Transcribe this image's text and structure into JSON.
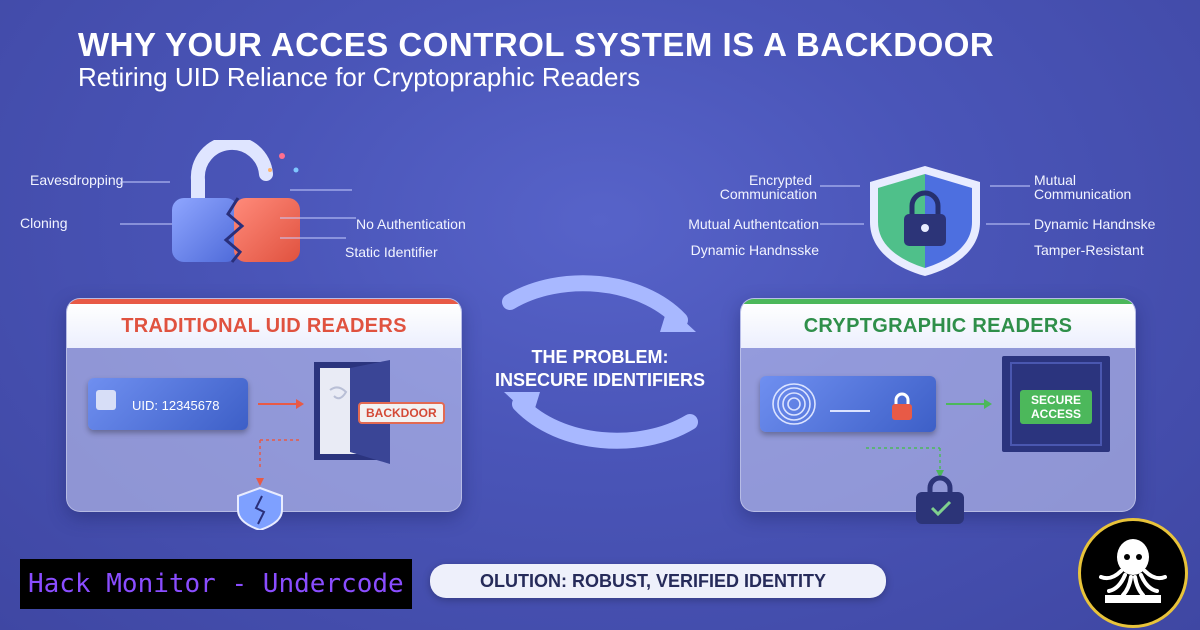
{
  "header": {
    "title": "WHY YOUR ACCES CONTROL SYSTEM IS A BACKDOOR",
    "subtitle": "Retiring UID Reliance for Cryptopraphic Readers"
  },
  "left_labels": {
    "eavesdropping": "Eavesdropping",
    "cloning": "Cloning",
    "no_auth": "No Authentication",
    "static_id": "Static Identifier"
  },
  "right_labels": {
    "encrypted_line1": "Encrypted",
    "encrypted_line2": "Communication",
    "mutual_auth": "Mutual Authentcation",
    "dynamic_left": "Dynamic Handnsske",
    "mutual_comm_line1": "Mutual",
    "mutual_comm_line2": "Communication",
    "dynamic_right": "Dynamic Handnske",
    "tamper": "Tamper-Resistant"
  },
  "left_panel": {
    "heading": "TRADITIONAL UID READERS",
    "uid_text": "UID: 12345678",
    "backdoor_tag": "BACKDOOR"
  },
  "center": {
    "problem_line1": "THE PROBLEM:",
    "problem_line2": "INSECURE IDENTIFIERS"
  },
  "right_panel": {
    "heading": "CRYPTGRAPHIC READERS",
    "secure_line1": "SECURE",
    "secure_line2": "ACCESS"
  },
  "solution": {
    "text": "OLUTION: ROBUST, VERIFIED IDENTITY"
  },
  "watermark": {
    "text": "Hack Monitor - Undercode"
  },
  "colors": {
    "background": "#4a55b8",
    "danger": "#e85a46",
    "safe": "#4cb85b",
    "watermark_text": "#8a4dff"
  },
  "icons": [
    "broken-padlock-icon",
    "shield-lock-icon",
    "curved-arrow-icon",
    "id-card-icon",
    "door-icon",
    "fingerprint-icon",
    "padlock-icon",
    "cracked-shield-icon",
    "octopus-logo-icon"
  ]
}
